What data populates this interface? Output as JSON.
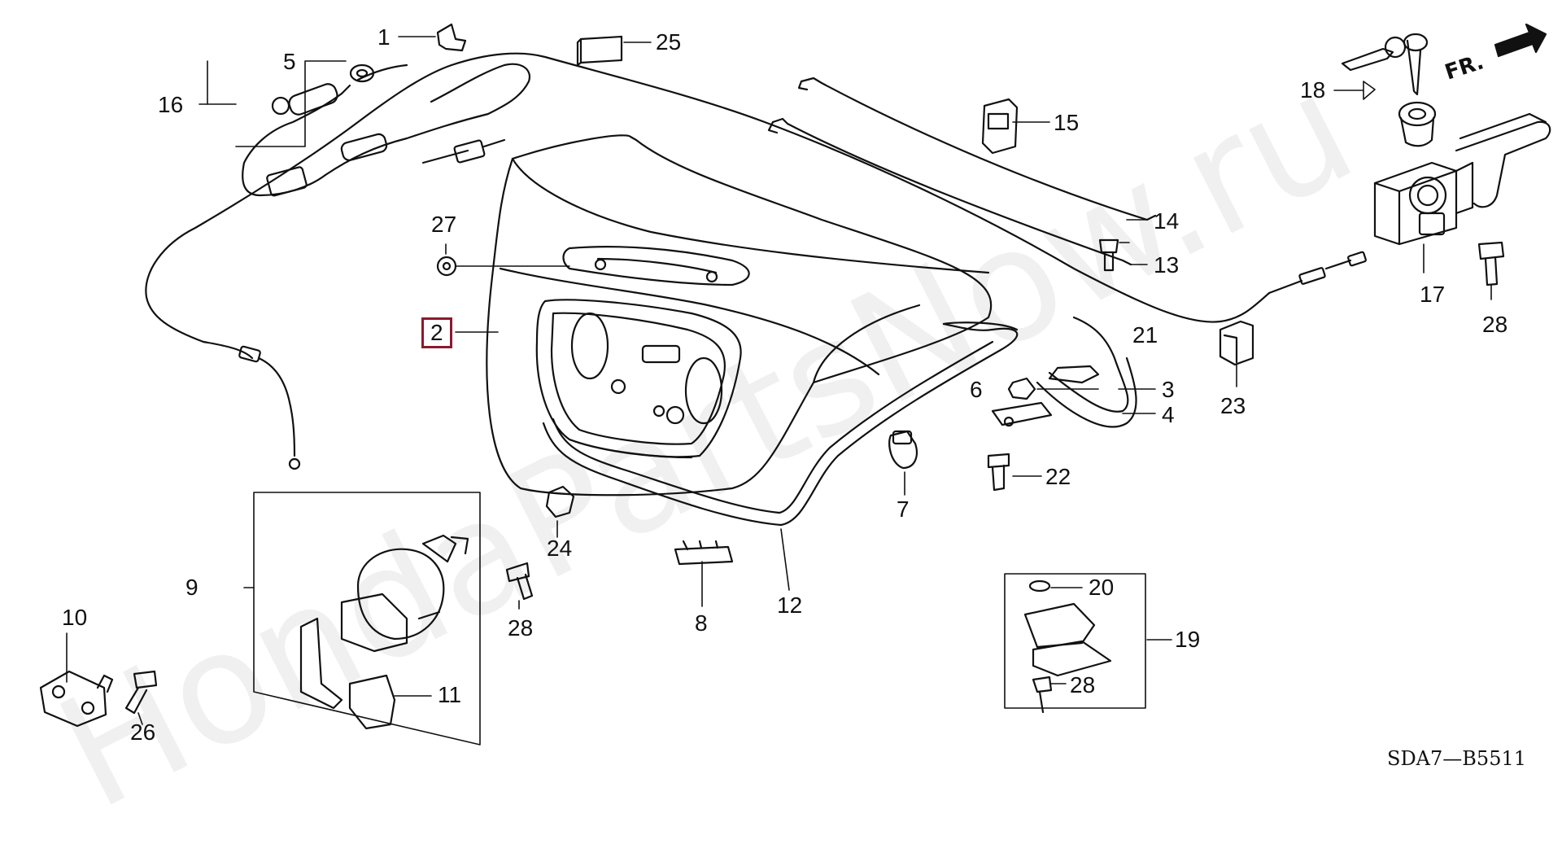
{
  "watermark": "HondaPartsNow.ru",
  "diagram_code": "SDA7—B5511",
  "direction_label": "FR.",
  "callouts": {
    "c1": "1",
    "c2": "2",
    "c3": "3",
    "c4": "4",
    "c5": "5",
    "c6": "6",
    "c7": "7",
    "c8": "8",
    "c9": "9",
    "c10": "10",
    "c11": "11",
    "c12": "12",
    "c13": "13",
    "c14": "14",
    "c15": "15",
    "c16": "16",
    "c17": "17",
    "c18": "18",
    "c19": "19",
    "c20": "20",
    "c21": "21",
    "c22": "22",
    "c23": "23",
    "c24": "24",
    "c25": "25",
    "c26": "26",
    "c27": "27",
    "c28a": "28",
    "c28b": "28",
    "c28c": "28"
  },
  "highlighted_callout": "2",
  "colors": {
    "line": "#111111",
    "highlight": "#8b1a2f"
  }
}
